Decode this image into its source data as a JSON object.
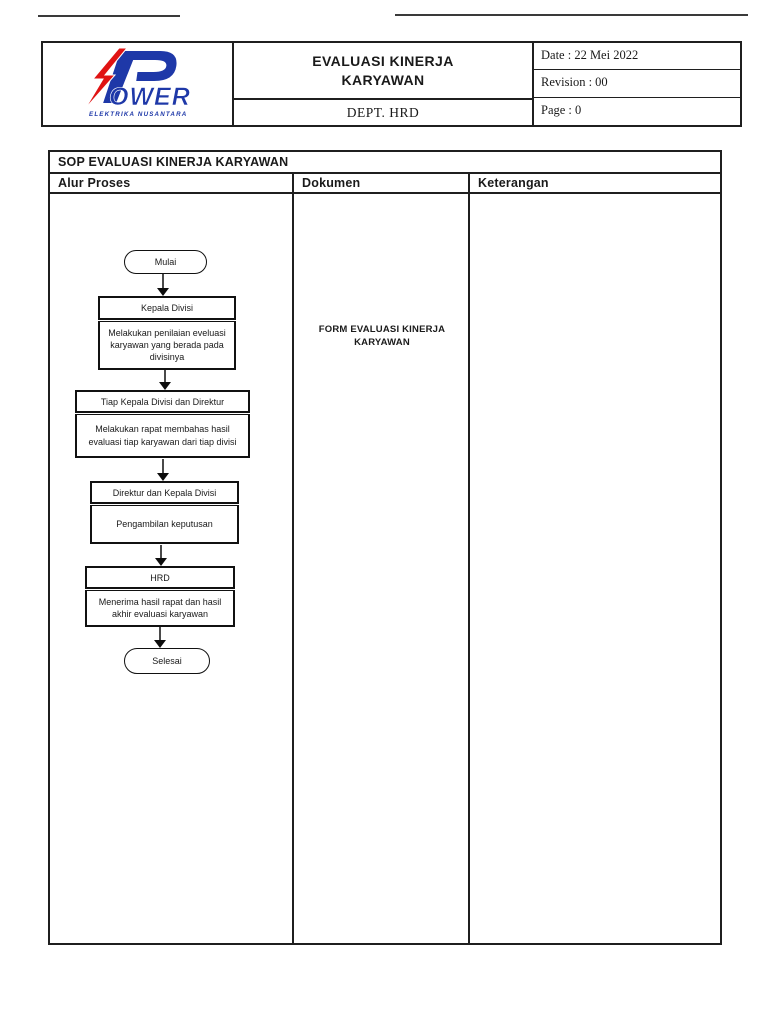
{
  "header": {
    "logo": {
      "brand": "OWER",
      "subtitle": "ELEKTRIKA NUSANTARA",
      "bolt_icon": "lightning-bolt",
      "p_mark": "P"
    },
    "title": "EVALUASI KINERJA KARYAWAN",
    "dept": "DEPT. HRD",
    "meta": {
      "date": "Date :  22 Mei 2022",
      "revision": "Revision : 00",
      "page": "Page : 0"
    }
  },
  "sop": {
    "title": "SOP EVALUASI KINERJA KARYAWAN",
    "columns": {
      "c1": "Alur Proses",
      "c2": "Dokumen",
      "c3": "Keterangan"
    },
    "flowchart": {
      "start": "Mulai",
      "steps": [
        {
          "actor": "Kepala Divisi",
          "action": "Melakukan penilaian eveluasi karyawan yang berada pada divisinya"
        },
        {
          "actor": "Tiap Kepala Divisi dan Direktur",
          "action": "Melakukan rapat membahas hasil evaluasi tiap karyawan dari tiap divisi"
        },
        {
          "actor": "Direktur dan Kepala Divisi",
          "action": "Pengambilan keputusan"
        },
        {
          "actor": "HRD",
          "action": "Menerima hasil rapat dan hasil akhir evaluasi karyawan"
        }
      ],
      "end": "Selesai"
    },
    "dokumen_note": "FORM EVALUASI KINERJA KARYAWAN",
    "keterangan_content": ""
  },
  "colors": {
    "logo_blue": "#1e38a8",
    "logo_red": "#e01313",
    "line": "#1f1f1f"
  }
}
